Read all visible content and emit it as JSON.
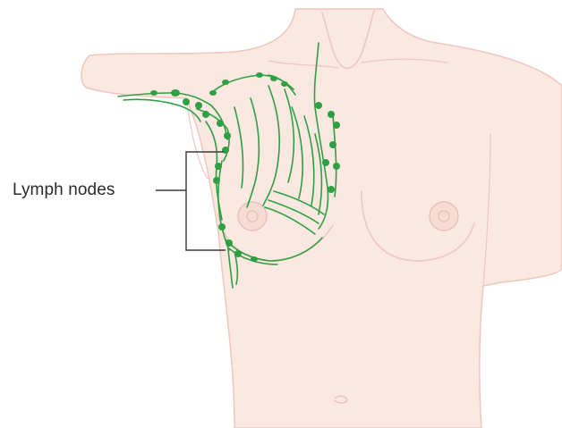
{
  "diagram": {
    "label": "Lymph nodes",
    "colors": {
      "background": "#ffffff",
      "skin": "#fbe8e1",
      "skin_outline": "#ecc7bd",
      "lymph_green": "#2ea043",
      "bracket": "#3a3a3a",
      "label_text": "#2b2b2b"
    },
    "icons": {
      "body": "female-torso",
      "lymph_network": "lymphatic-vessels",
      "node": "lymph-node"
    }
  }
}
